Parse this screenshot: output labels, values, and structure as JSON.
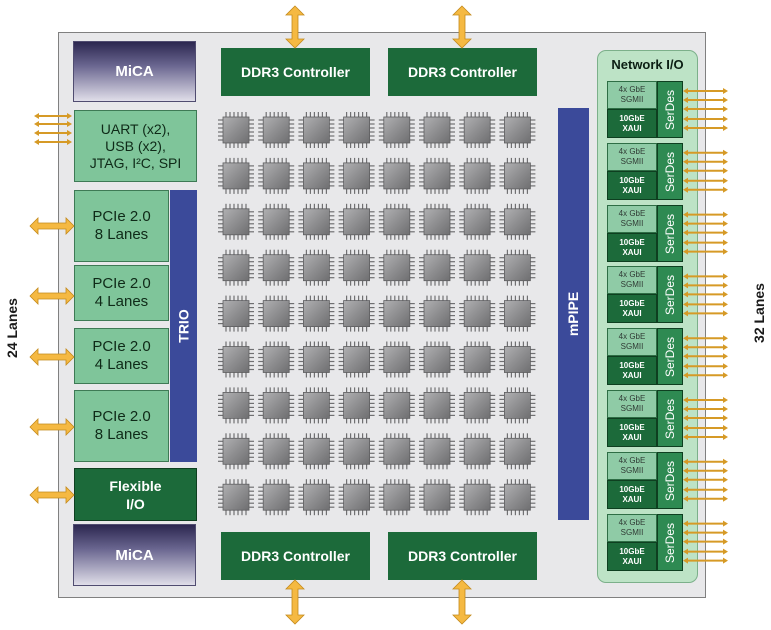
{
  "mica_top": "MiCA",
  "mica_bottom": "MiCA",
  "ddr3": [
    "DDR3 Controller",
    "DDR3 Controller",
    "DDR3 Controller",
    "DDR3 Controller"
  ],
  "uart": [
    "UART (x2),",
    "USB (x2),",
    "JTAG, I²C, SPI"
  ],
  "pcie": [
    {
      "line1": "PCIe 2.0",
      "line2": "8 Lanes"
    },
    {
      "line1": "PCIe 2.0",
      "line2": "4 Lanes"
    },
    {
      "line1": "PCIe 2.0",
      "line2": "4 Lanes"
    },
    {
      "line1": "PCIe 2.0",
      "line2": "8 Lanes"
    }
  ],
  "flexible_io": [
    "Flexible",
    "I/O"
  ],
  "trio": "TRIO",
  "mpipe": "mPIPE",
  "network_io": {
    "title": "Network I/O",
    "port_top": [
      "4x GbE",
      "SGMII"
    ],
    "port_bottom": [
      "10GbE",
      "XAUI"
    ],
    "serdes": "SerDes",
    "count": 8
  },
  "left_lanes": "24 Lanes",
  "right_lanes": "32 Lanes",
  "tile_grid": {
    "rows": 9,
    "cols": 8
  },
  "colors": {
    "dark_green": "#1c6a3a",
    "light_green": "#7fc59a",
    "bar_blue": "#3b4a9a",
    "tile_gray": "#8a8a8a",
    "arrow_orange": "#f5b942"
  }
}
